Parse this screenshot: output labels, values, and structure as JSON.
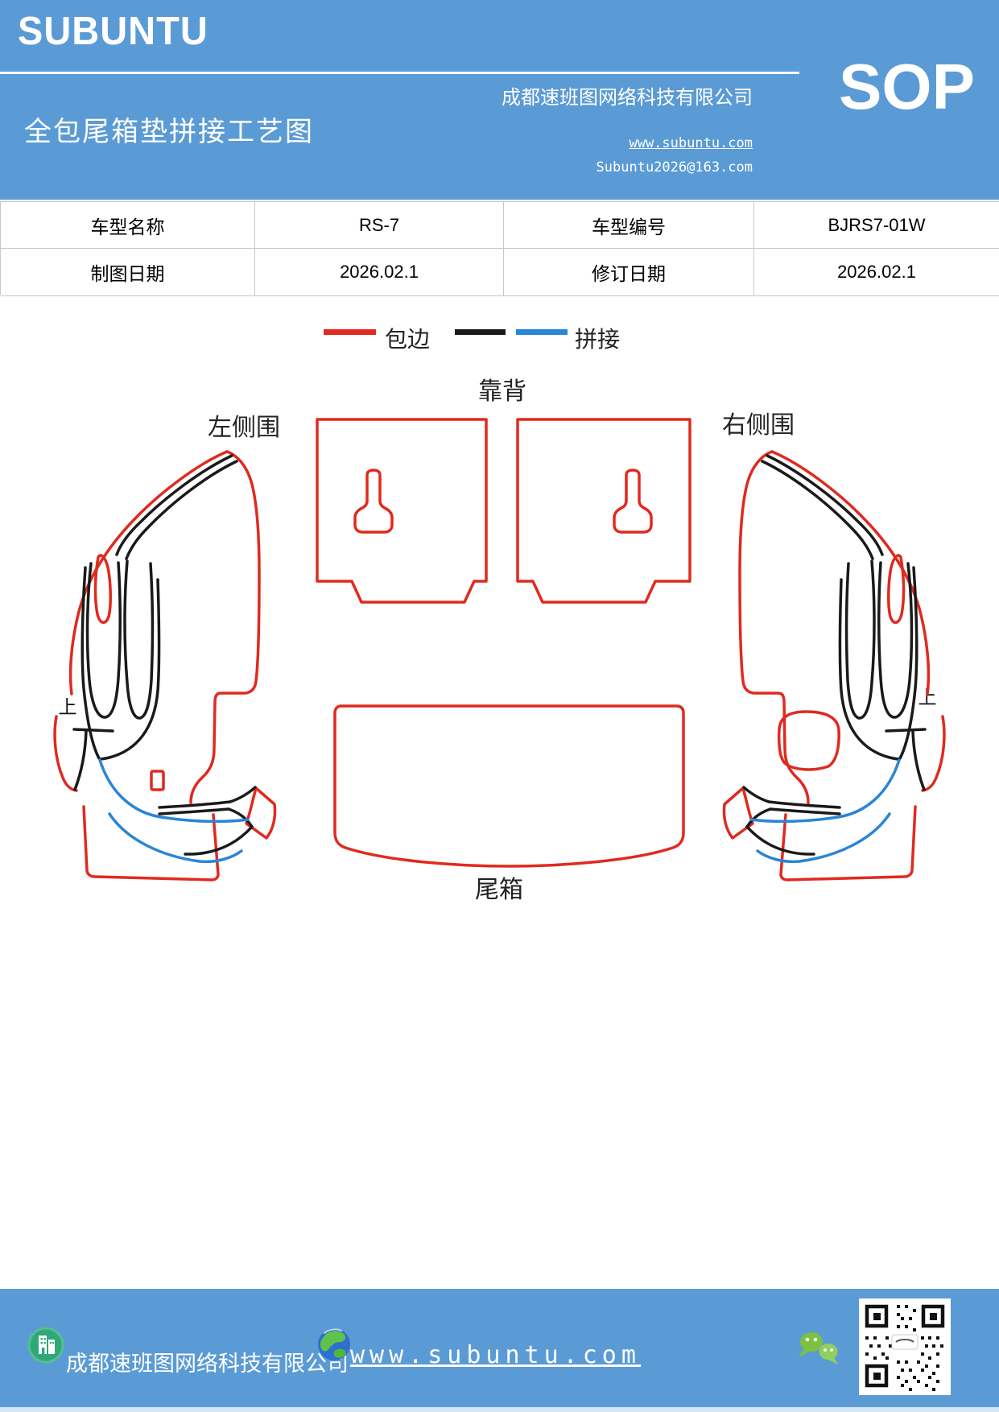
{
  "header": {
    "logo": "SUBUNTU",
    "title": "全包尾箱垫拼接工艺图",
    "company": "成都速班图网络科技有限公司",
    "website": "www.subuntu.com",
    "email": "Subuntu2026@163.com",
    "badge": "SOP"
  },
  "info_table": {
    "cells": [
      [
        "车型名称",
        "RS-7",
        "车型编号",
        "BJRS7-01W"
      ],
      [
        "制图日期",
        "2026.02.1",
        "修订日期",
        "2026.02.1"
      ]
    ]
  },
  "legend": {
    "binding_label": "包边",
    "stitch_label": "拼接",
    "binding_color": "#e02a1f",
    "stitch_colors": [
      "#1a1a1a",
      "#2a85d5"
    ]
  },
  "diagram_labels": {
    "backrest": "靠背",
    "left_side": "左侧围",
    "right_side": "右侧围",
    "trunk": "尾箱",
    "up_left": "上",
    "up_right": "上"
  },
  "footer": {
    "company": "成都速班图网络科技有限公司",
    "website": "www.subuntu.com",
    "icons": [
      "building-icon",
      "globe-icon",
      "wechat-icon",
      "qr-code"
    ]
  },
  "colors": {
    "header_blue": "#5b9bd5",
    "outline_red": "#e02a1f",
    "outline_black": "#1a1a1a",
    "stitch_blue": "#2a85d5",
    "table_border": "#c9c9c9"
  }
}
